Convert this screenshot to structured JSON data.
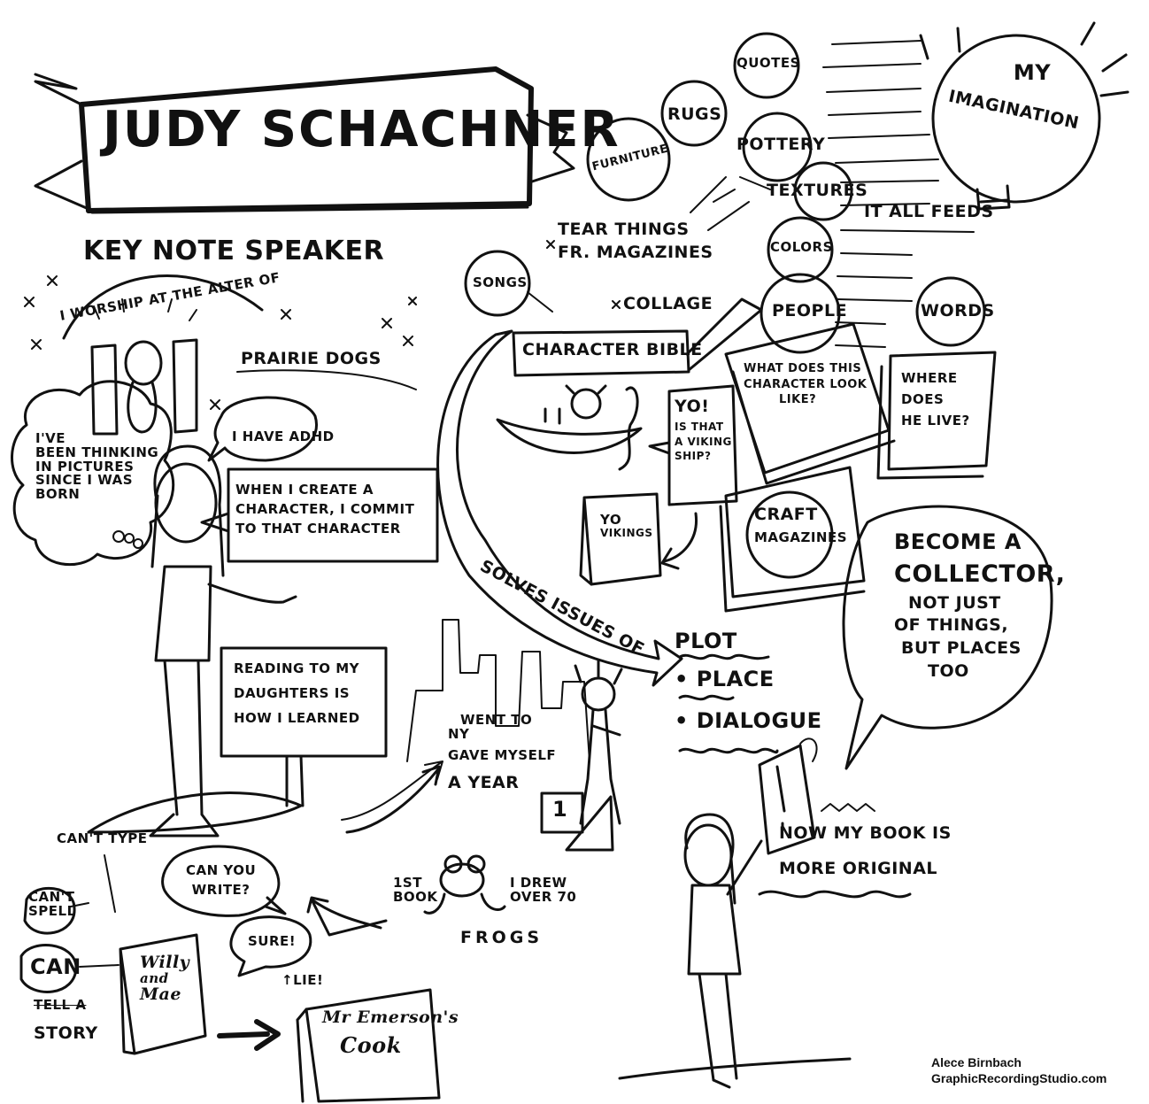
{
  "title": "JUDY SCHACHNER",
  "subtitle": "KEY NOTE SPEAKER",
  "left": {
    "worship": "I WORSHIP AT THE ALTER OF",
    "prairie": "PRAIRIE DOGS",
    "thinking": [
      "I'VE",
      "BEEN THINKING",
      "IN PICTURES",
      "SINCE I WAS",
      "BORN"
    ],
    "adhd": "I HAVE ADHD",
    "commit": [
      "WHEN I CREATE A",
      "CHARACTER, I COMMIT",
      "TO THAT CHARACTER"
    ],
    "reading": [
      "READING TO MY",
      "DAUGHTERS IS",
      "HOW I LEARNED"
    ]
  },
  "bottom": {
    "cant_type": "CAN'T TYPE",
    "cant_spell": [
      "CAN'T",
      "SPELL"
    ],
    "can": "CAN",
    "tell_story": [
      "TELL A",
      "STORY"
    ],
    "can_you_write": [
      "CAN YOU",
      "WRITE?"
    ],
    "sure": "SURE!",
    "lie": "↑LIE!",
    "willy": [
      "Willy",
      "and",
      "Mae"
    ],
    "mr_emerson": [
      "Mr Emerson's",
      "Cook"
    ],
    "first_book": [
      "1ST",
      "BOOK"
    ],
    "frogs": [
      "I DREW",
      "OVER 70",
      "FROGS"
    ],
    "nyc": [
      "WENT TO",
      "NY",
      "GAVE MYSELF",
      "A YEAR"
    ],
    "calendar": "1"
  },
  "center": {
    "songs": "SONGS",
    "tear_things": [
      "TEAR THINGS",
      "FR. MAGAZINES"
    ],
    "collage": "COLLAGE",
    "character_bible": "CHARACTER BIBLE",
    "yo_viking": [
      "YO!",
      "IS THAT",
      "A VIKING",
      "SHIP?"
    ],
    "yo_vikings_book": [
      "YO",
      "VIKINGS"
    ],
    "solves": "SOLVES ISSUES OF",
    "issues": [
      "PLOT",
      "• PLACE",
      "• DIALOGUE"
    ]
  },
  "right": {
    "quotes": "QUOTES",
    "rugs": "RUGS",
    "furniture": "FURNITURE",
    "pottery": "POTTERY",
    "textures": "TEXTURES",
    "colors": "COLORS",
    "people": "PEOPLE",
    "words": "WORDS",
    "my_imagination": [
      "MY",
      "IMAGINATION"
    ],
    "it_all_feeds": "IT ALL FEEDS",
    "what_does": [
      "WHAT DOES THIS",
      "CHARACTER LOOK",
      "LIKE?"
    ],
    "where_does": [
      "WHERE",
      "DOES",
      "HE LIVE?"
    ],
    "craft": [
      "CRAFT",
      "MAGAZINES"
    ],
    "collector": [
      "BECOME A",
      "COLLECTOR,",
      "NOT JUST",
      "OF THINGS,",
      "BUT PLACES",
      "TOO"
    ],
    "now_original": [
      "NOW MY BOOK IS",
      "MORE ORIGINAL"
    ]
  },
  "credit": [
    "Alece Birnbach",
    "GraphicRecordingStudio.com"
  ]
}
